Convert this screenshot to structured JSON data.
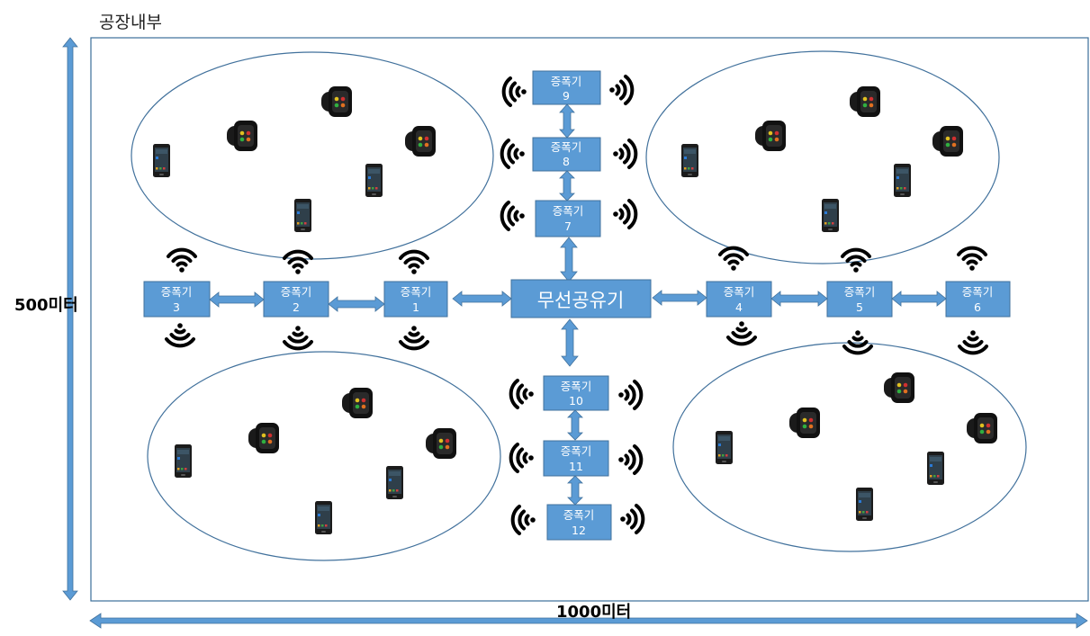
{
  "factory_label": "공장내부",
  "height_label": "500미터",
  "width_label": "1000미터",
  "router_label": "무선공유기",
  "repeater_word": "증폭기",
  "repeaters": [
    {
      "id": "1",
      "title": "증폭기",
      "number": "1"
    },
    {
      "id": "2",
      "title": "증폭기",
      "number": "2"
    },
    {
      "id": "3",
      "title": "증폭기",
      "number": "3"
    },
    {
      "id": "4",
      "title": "증폭기",
      "number": "4"
    },
    {
      "id": "5",
      "title": "증폭기",
      "number": "5"
    },
    {
      "id": "6",
      "title": "증폭기",
      "number": "6"
    },
    {
      "id": "7",
      "title": "증폭기",
      "number": "7"
    },
    {
      "id": "8",
      "title": "증폭기",
      "number": "8"
    },
    {
      "id": "9",
      "title": "증폭기",
      "number": "9"
    },
    {
      "id": "10",
      "title": "증폭기",
      "number": "10"
    },
    {
      "id": "11",
      "title": "증폭기",
      "number": "11"
    },
    {
      "id": "12",
      "title": "증폭기",
      "number": "12"
    }
  ],
  "zones": [
    {
      "name": "top-left",
      "devices": [
        "smartphone-icon",
        "smartwatch-icon",
        "smartwatch-icon",
        "smartwatch-icon",
        "smartphone-icon",
        "smartphone-icon"
      ]
    },
    {
      "name": "top-right",
      "devices": [
        "smartphone-icon",
        "smartwatch-icon",
        "smartwatch-icon",
        "smartwatch-icon",
        "smartphone-icon",
        "smartphone-icon"
      ]
    },
    {
      "name": "bottom-left",
      "devices": [
        "smartphone-icon",
        "smartwatch-icon",
        "smartwatch-icon",
        "smartwatch-icon",
        "smartphone-icon",
        "smartphone-icon"
      ]
    },
    {
      "name": "bottom-right",
      "devices": [
        "smartphone-icon",
        "smartwatch-icon",
        "smartwatch-icon",
        "smartwatch-icon",
        "smartphone-icon",
        "smartphone-icon"
      ]
    }
  ],
  "colors": {
    "box_fill": "#5b9bd5",
    "box_stroke": "#41719c",
    "zone_stroke": "#41719c",
    "wifi_signal": "#000000"
  }
}
